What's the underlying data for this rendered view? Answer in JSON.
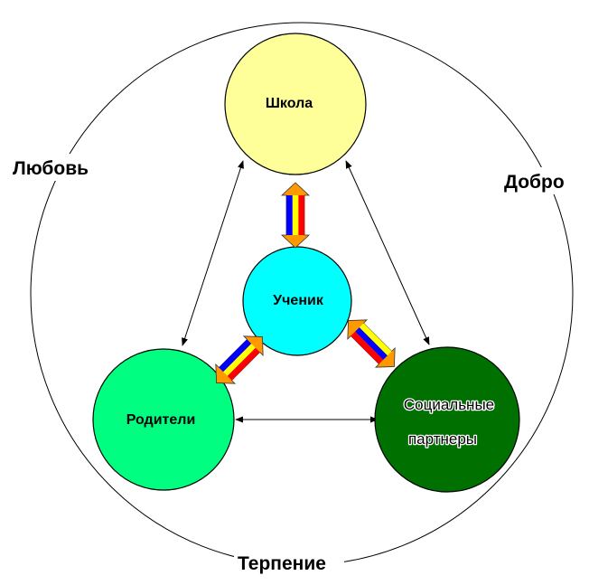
{
  "values": {
    "left": "Любовь",
    "right": "Добро",
    "bottom": "Терпение"
  },
  "nodes": {
    "school": {
      "label": "Школа",
      "color": "#ffff99"
    },
    "student": {
      "label": "Ученик",
      "color": "#00ffff"
    },
    "parents": {
      "label": "Родители",
      "color": "#00ff80"
    },
    "partners": {
      "line1": "Социальные",
      "line2": "партнеры",
      "color": "#007000"
    }
  },
  "colors": {
    "outline": "#000000",
    "arrow_red": "#ff0000",
    "arrow_yellow": "#ffff00",
    "arrow_blue": "#0000ff",
    "arrow_orange": "#ff9900"
  }
}
